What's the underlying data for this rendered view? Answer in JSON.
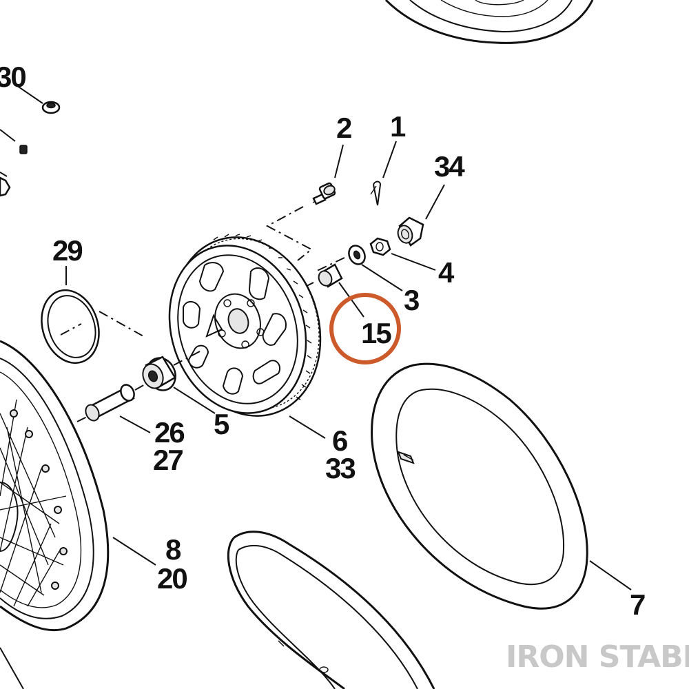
{
  "diagram": {
    "callouts": [
      {
        "id": "30",
        "text": "30"
      },
      {
        "id": "2",
        "text": "2"
      },
      {
        "id": "1",
        "text": "1"
      },
      {
        "id": "34",
        "text": "34"
      },
      {
        "id": "29",
        "text": "29"
      },
      {
        "id": "4",
        "text": "4"
      },
      {
        "id": "3",
        "text": "3"
      },
      {
        "id": "15",
        "text": "15"
      },
      {
        "id": "5",
        "text": "5"
      },
      {
        "id": "26",
        "text": "26"
      },
      {
        "id": "27",
        "text": "27"
      },
      {
        "id": "6",
        "text": "6"
      },
      {
        "id": "33",
        "text": "33"
      },
      {
        "id": "8",
        "text": "8"
      },
      {
        "id": "20",
        "text": "20"
      },
      {
        "id": "7",
        "text": "7"
      }
    ],
    "highlight": {
      "target": "15",
      "color": "#cc5a2a"
    },
    "watermark": {
      "text": "IRON STABLE",
      "color": "#c8c8c8"
    }
  }
}
